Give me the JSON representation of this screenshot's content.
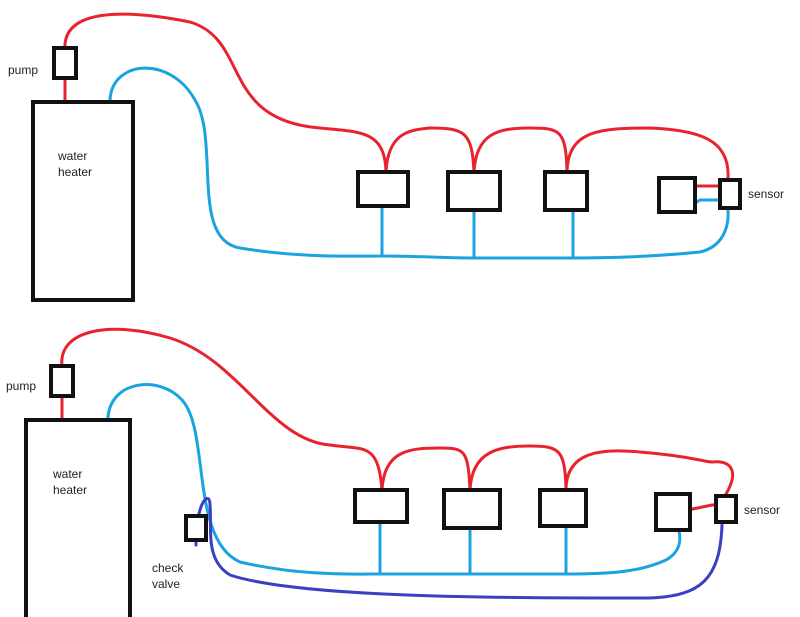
{
  "colors": {
    "hot": "#e8232e",
    "cold": "#1aa3e0",
    "return": "#3b3fc4",
    "outline": "#111111",
    "background": "#ffffff"
  },
  "diagrams": [
    {
      "pump_label": "pump",
      "heater_label_line1": "water",
      "heater_label_line2": "heater",
      "sensor_label": "sensor",
      "fixture_count": 4
    },
    {
      "pump_label": "pump",
      "heater_label_line1": "water",
      "heater_label_line2": "heater",
      "sensor_label": "sensor",
      "check_valve_label_line1": "check",
      "check_valve_label_line2": "valve",
      "fixture_count": 4
    }
  ]
}
